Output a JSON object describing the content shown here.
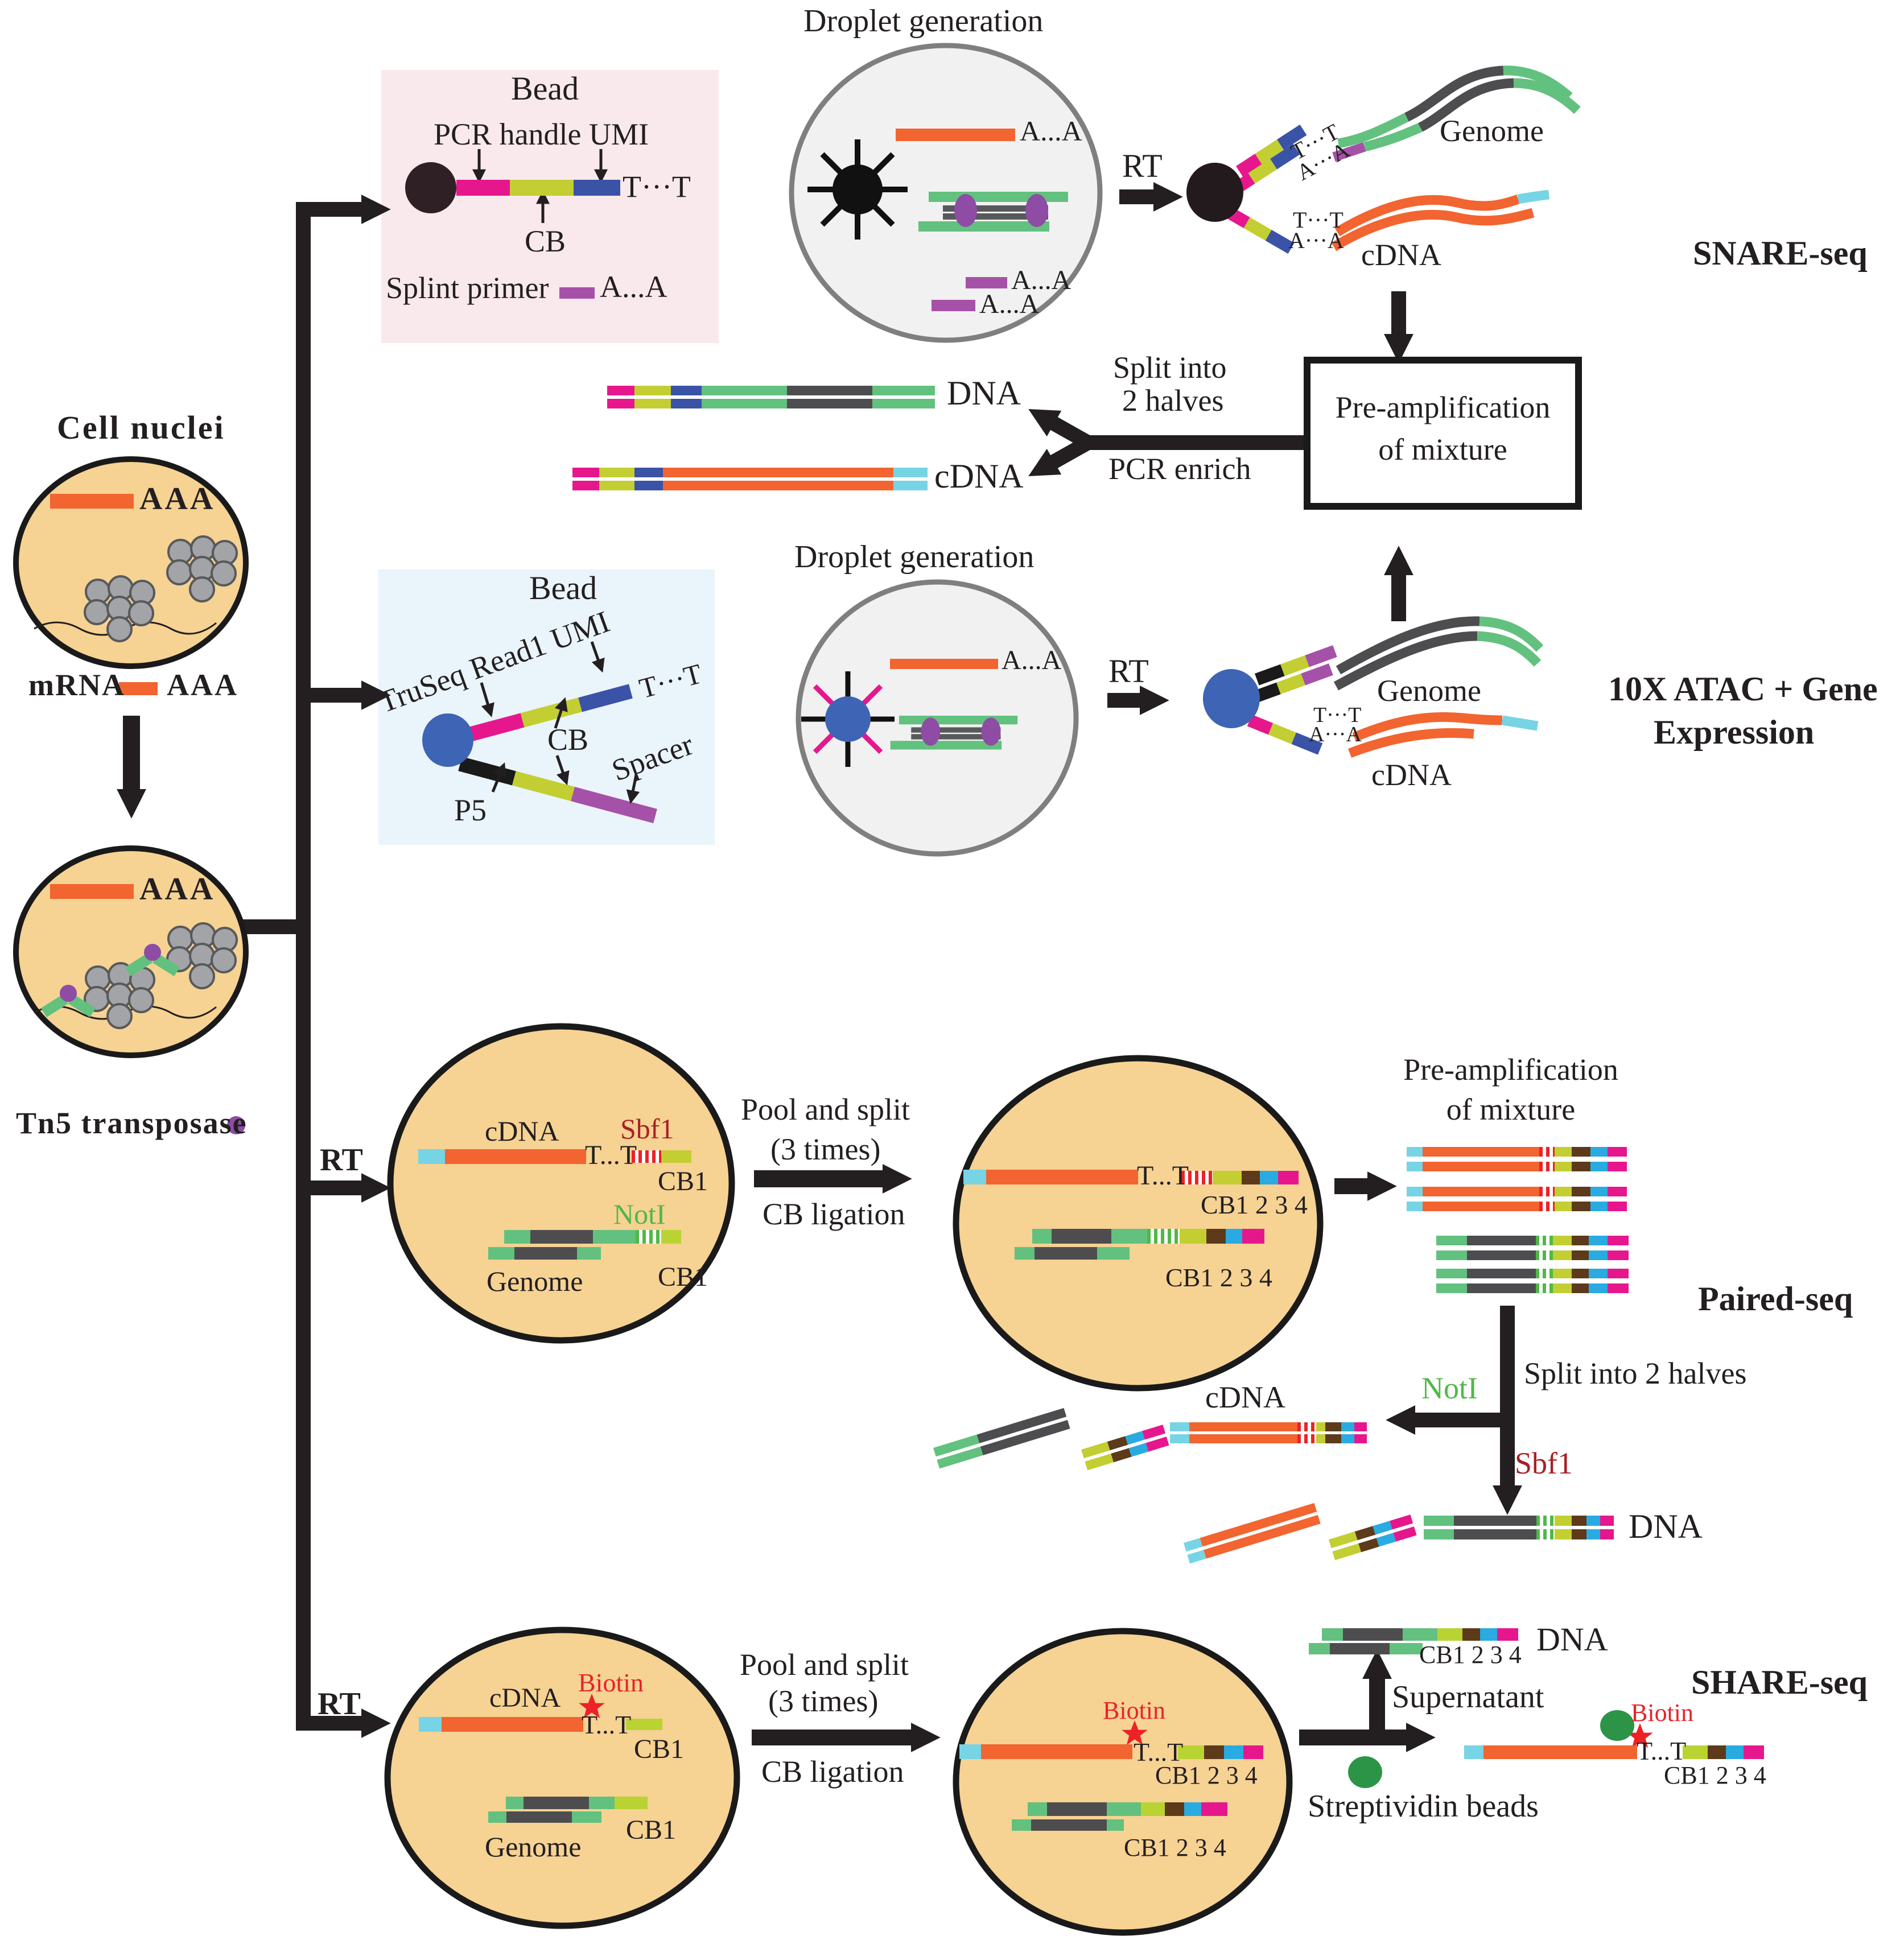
{
  "palette": {
    "magenta": "#E6178C",
    "yellow_green": "#C3CE32",
    "bright_yellow_green": "#B9D333",
    "umi_blue": "#3A53A7",
    "sky_blue": "#29ABE2",
    "brown": "#5D3A1A",
    "orange": "#F26430",
    "cyan": "#76D4E4",
    "adapter_green": "#62C17E",
    "dark_gray": "#4D4D4F",
    "purple": "#A651A8",
    "black": "#231F20",
    "bead_blue": "#3E64B5",
    "strept_green": "#2C9447",
    "biotin_red": "#E8232A",
    "sbf1_red": "#A62125",
    "noti_green": "#50B848",
    "pink_box": "#F9E9EC",
    "blue_box": "#EAF4FB",
    "nucleus_tan": "#F6D293",
    "droplet_gray": "#F1F1F2"
  },
  "labels": {
    "droplet_generation": "Droplet generation",
    "bead": "Bead",
    "pcr_handle_umi": "PCR handle UMI",
    "t_mid": "T···T",
    "t_low": "T...T",
    "a_mid": "A···A",
    "a_low": "A...A",
    "cb": "CB",
    "splint_primer": "Splint primer",
    "aaa": "AAA",
    "rt": "RT",
    "genome": "Genome",
    "cdna": "cDNA",
    "dna": "DNA",
    "snare_seq": "SNARE-seq",
    "split_into": "Split into",
    "two_halves": "2 halves",
    "pcr_enrich": "PCR enrich",
    "preamp_line1": "Pre-amplification",
    "preamp_line2": "of mixture",
    "cell_nuclei": "Cell nuclei",
    "mrna": "mRNA",
    "tn5": "Tn5 transposase",
    "truseq_read1_umi": "TruSeq Read1 UMI",
    "spacer": "Spacer",
    "p5": "P5",
    "tenx_line1": "10X ATAC + Gene",
    "tenx_line2": "Expression",
    "sbf1": "Sbf1",
    "noti": "NotI",
    "cb1": "CB1",
    "cb1234": "CB1 2 3 4",
    "pool_and_split": "Pool and split",
    "three_times": "(3 times)",
    "cb_ligation": "CB ligation",
    "split_into_2_halves": "Split into 2 halves",
    "paired_seq": "Paired-seq",
    "share_seq": "SHARE-seq",
    "supernatant": "Supernatant",
    "streptividin_beads": "Streptividin beads",
    "biotin": "Biotin"
  }
}
